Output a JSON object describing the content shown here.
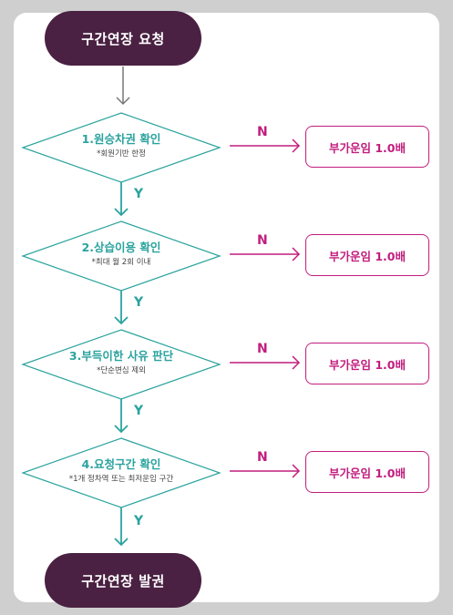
{
  "start": {
    "label": "구간연장 요청"
  },
  "end": {
    "label": "구간연장 발권"
  },
  "steps": [
    {
      "title": "1.원승차권 확인",
      "note": "*회원기반 한정",
      "yes": "Y",
      "no": "N",
      "outcome": "부가운임 1.0배"
    },
    {
      "title": "2.상습이용 확인",
      "note": "*최대 월 2회 이내",
      "yes": "Y",
      "no": "N",
      "outcome": "부가운임 1.0배"
    },
    {
      "title": "3.부득이한 사유 판단",
      "note": "*단순변심 제외",
      "yes": "Y",
      "no": "N",
      "outcome": "부가운임 1.0배"
    },
    {
      "title": "4.요청구간 확인",
      "note": "*1개 정차역 또는 최저운임 구간",
      "yes": "Y",
      "no": "N",
      "outcome": "부가운임 1.0배"
    }
  ],
  "colors": {
    "terminal_fill": "#4a2142",
    "decision_stroke": "#2aa39e",
    "yes_color": "#2aa39e",
    "no_color": "#c21d7e",
    "start_arrow": "#777777"
  }
}
